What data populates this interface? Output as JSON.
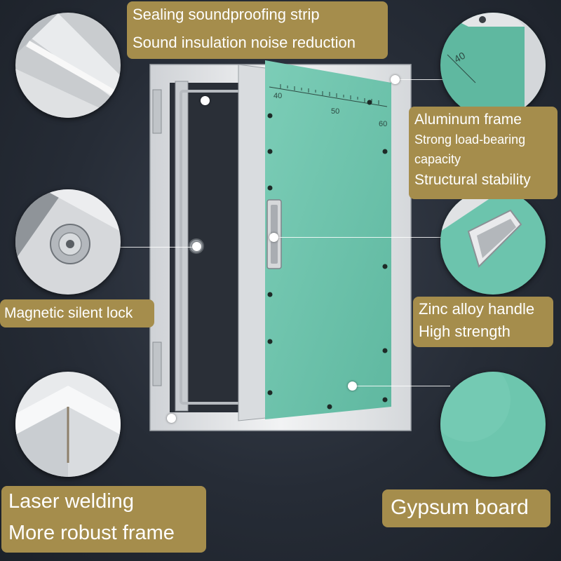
{
  "features": {
    "seal": {
      "line1": "Sealing soundproofing strip",
      "line2": "Sound insulation noise reduction",
      "icon": "seal-strip-closeup"
    },
    "frame": {
      "line1": "Aluminum frame",
      "line2": "Strong load-bearing",
      "line3": "capacity",
      "line4": "Structural stability",
      "icon": "frame-corner-closeup"
    },
    "lock": {
      "line1": "Magnetic silent lock",
      "icon": "magnetic-lock-closeup"
    },
    "handle": {
      "line1": "Zinc alloy handle",
      "line2": "High strength",
      "icon": "handle-closeup"
    },
    "welding": {
      "line1": "Laser welding",
      "line2": "More robust frame",
      "icon": "welded-corner-closeup"
    },
    "gypsum": {
      "line1": "Gypsum board",
      "icon": "gypsum-surface-closeup"
    }
  },
  "ruler": {
    "tick_40": "40",
    "tick_50": "50",
    "tick_60": "60",
    "inset_tick": "40"
  },
  "colors": {
    "background": "#2b313b",
    "label": "#a58d4c",
    "gypsum": "#6cc4ad",
    "aluminum": "#e4e6e8"
  }
}
